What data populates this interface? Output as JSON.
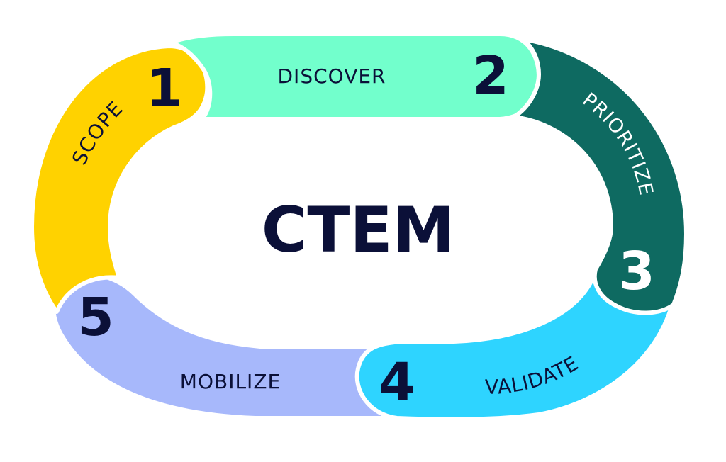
{
  "center_title": "CTEM",
  "colors": {
    "scope": "#FFD200",
    "discover": "#72FFCC",
    "prioritize": "#0E6A61",
    "validate": "#2ED4FF",
    "mobilize": "#A7B8FB",
    "text_dark": "#0B1038",
    "text_light": "#FFFFFF",
    "outline": "#FFFFFF"
  },
  "stages": [
    {
      "number": "1",
      "label": "SCOPE"
    },
    {
      "number": "2",
      "label": "DISCOVER"
    },
    {
      "number": "3",
      "label": "PRIORITIZE"
    },
    {
      "number": "4",
      "label": "VALIDATE"
    },
    {
      "number": "5",
      "label": "MOBILIZE"
    }
  ]
}
